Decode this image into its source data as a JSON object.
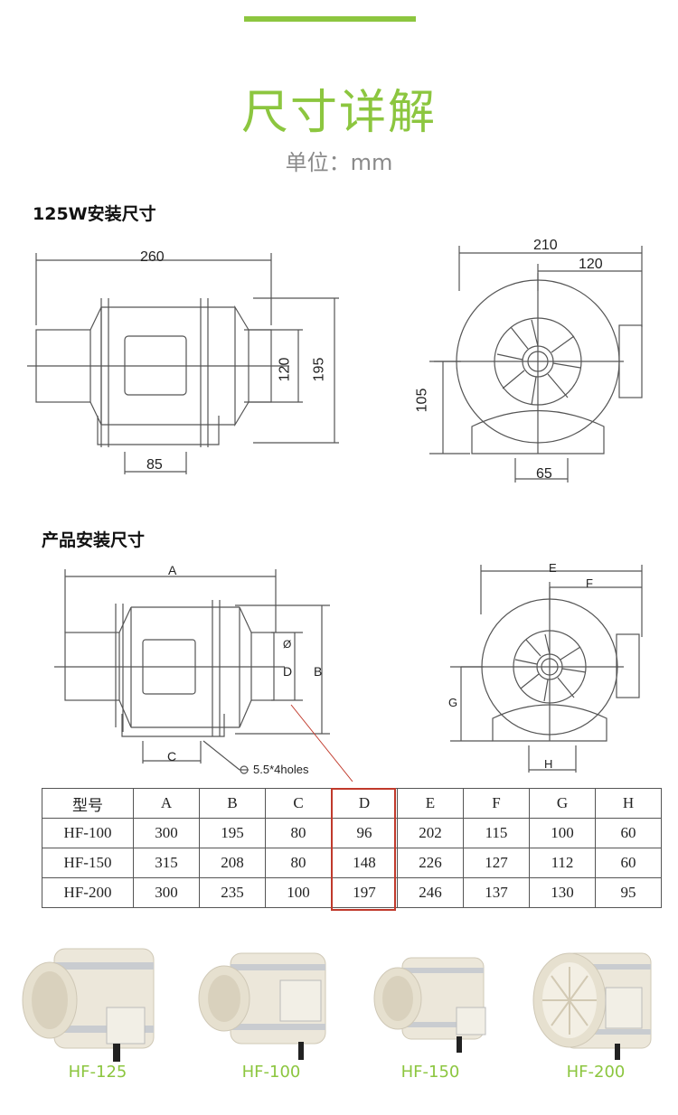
{
  "header": {
    "title": "尺寸详解",
    "unit": "单位：mm"
  },
  "section1": {
    "title": "125W安装尺寸",
    "side": {
      "overall": "260",
      "bottom": "85",
      "inner": "120",
      "height": "195"
    },
    "front": {
      "overall": "210",
      "offset": "120",
      "height": "105",
      "base": "65"
    }
  },
  "section2": {
    "title": "产品安装尺寸",
    "side": {
      "a": "A",
      "b": "B",
      "c": "C",
      "d": "D",
      "holes": "5.5*4holes",
      "d_symbol": "Ø"
    },
    "front": {
      "e": "E",
      "f": "F",
      "g": "G",
      "h": "H"
    }
  },
  "table": {
    "headers": [
      "型号",
      "A",
      "B",
      "C",
      "D",
      "E",
      "F",
      "G",
      "H"
    ],
    "rows": [
      [
        "HF-100",
        "300",
        "195",
        "80",
        "96",
        "202",
        "115",
        "100",
        "60"
      ],
      [
        "HF-150",
        "315",
        "208",
        "80",
        "148",
        "226",
        "127",
        "112",
        "60"
      ],
      [
        "HF-200",
        "300",
        "235",
        "100",
        "197",
        "246",
        "137",
        "130",
        "95"
      ]
    ],
    "highlight_color": "#c0392b"
  },
  "models": [
    "HF-125",
    "HF-100",
    "HF-150",
    "HF-200"
  ],
  "colors": {
    "accent": "#8cc63f",
    "line": "#555555",
    "fan_body": "#e9e4d6"
  }
}
